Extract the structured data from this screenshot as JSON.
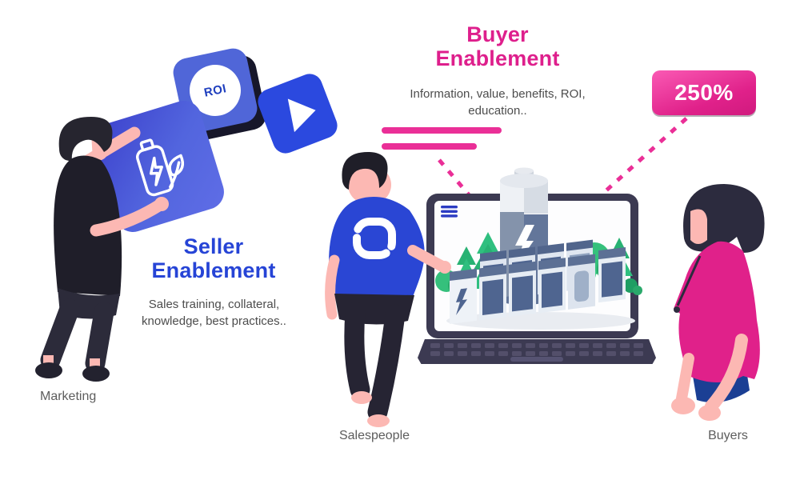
{
  "buyer_enablement": {
    "title": "Buyer Enablement",
    "subtitle": "Information, value, benefits, ROI, education..",
    "color": "#de1f8c"
  },
  "seller_enablement": {
    "title": "Seller Enablement",
    "subtitle": "Sales training, collateral, knowledge, best practices..",
    "color": "#2644d6"
  },
  "badge": {
    "value": "250%",
    "bg_color": "#e0218a",
    "text_color": "#ffffff"
  },
  "labels": {
    "marketing": "Marketing",
    "salespeople": "Salespeople",
    "buyers": "Buyers"
  },
  "cards": {
    "roi_label": "ROI",
    "icons": [
      "battery-leaf-icon",
      "roi-icon",
      "play-icon"
    ]
  },
  "laptop_screen_icons": [
    "menu-icon",
    "battery-icon",
    "pine-tree-icon",
    "bush-icon",
    "battery-cabinets"
  ],
  "palette": {
    "pink": "#ea2f97",
    "blue": "#2b49df",
    "laptop_dark": "#3c3a52",
    "green": "#2fbf7f",
    "skin": "#fcb8b3",
    "figure_dark": "#26252f",
    "subtitle_gray": "#4d4d4d"
  }
}
